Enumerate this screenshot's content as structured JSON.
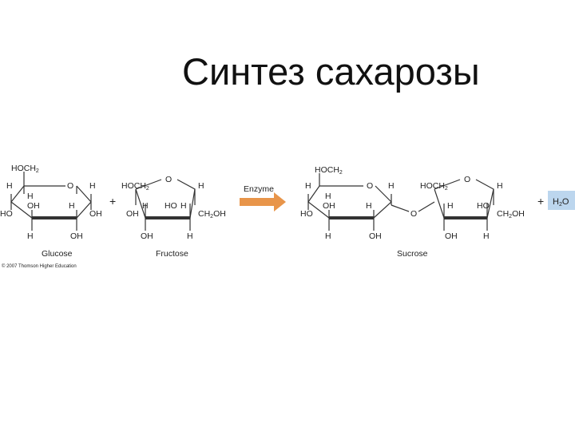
{
  "slide": {
    "title": "Синтез сахарозы"
  },
  "reaction": {
    "glucose": {
      "name": "Glucose",
      "labels": {
        "hoch2": "HOCH",
        "hoch2_sub": "2",
        "ring_o": "O",
        "c1_h": "H",
        "c5_h": "H",
        "c4_h": "H",
        "c4_ho": "HO",
        "c3_oh": "OH",
        "c2_h": "H",
        "c1_oh": "OH",
        "c3_h": "H",
        "c2_oh": "OH"
      }
    },
    "plus_1": "+",
    "fructose": {
      "name": "Fructose",
      "labels": {
        "hoch2": "HOCH",
        "hoch2_sub": "2",
        "ring_o": "O",
        "c5_h": "H",
        "c2_h": "H",
        "c2_oh": "OH",
        "c4_h": "H",
        "c3_ho": "HO",
        "c1_ch2oh": "CH",
        "c1_sub": "2",
        "c1_oh": "OH",
        "c3_oh": "OH",
        "c4_bottom_h": "H"
      }
    },
    "arrow": {
      "label": "Enzyme",
      "color": "#e8954a"
    },
    "sucrose": {
      "name": "Sucrose",
      "labels": {
        "hoch2": "HOCH",
        "hoch2_sub": "2",
        "ring_o_glc": "O",
        "glc_c5_h": "H",
        "glc_c1_h": "H",
        "glc_c4_h": "H",
        "glc_ho": "HO",
        "glc_oh": "OH",
        "glc_c2_h": "H",
        "glc_c3_h": "H",
        "glc_c2_oh": "OH",
        "bridge_o": "O",
        "fru_hoch2": "HOCH",
        "fru_hoch2_sub": "2",
        "ring_o_fru": "O",
        "fru_h_top": "H",
        "fru_h": "H",
        "fru_ho": "HO",
        "fru_ch2oh": "CH",
        "fru_ch2oh_sub": "2",
        "fru_ch2oh_oh": "OH",
        "fru_oh": "OH",
        "fru_h_bottom": "H"
      }
    },
    "plus_2": "+",
    "water": {
      "label": "H",
      "sub": "2",
      "tail": "O",
      "box_color": "#bcd6ee"
    },
    "copyright": "© 2007 Thomson Higher Education"
  }
}
